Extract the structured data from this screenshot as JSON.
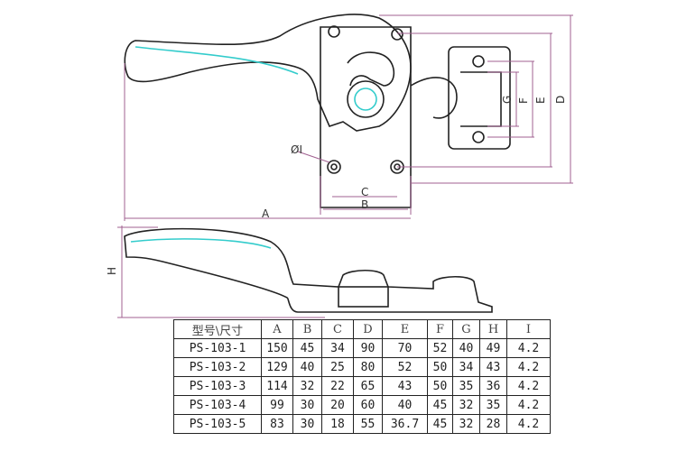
{
  "drawing": {
    "dimension_labels": {
      "A": "A",
      "B": "B",
      "C": "C",
      "D": "D",
      "E": "E",
      "F": "F",
      "G": "G",
      "H": "H",
      "phi_I": "ØI"
    }
  },
  "table": {
    "headers": [
      "型号\\尺寸",
      "A",
      "B",
      "C",
      "D",
      "E",
      "F",
      "G",
      "H",
      "I"
    ],
    "rows": [
      [
        "PS-103-1",
        "150",
        "45",
        "34",
        "90",
        "70",
        "52",
        "40",
        "49",
        "4.2"
      ],
      [
        "PS-103-2",
        "129",
        "40",
        "25",
        "80",
        "52",
        "50",
        "34",
        "43",
        "4.2"
      ],
      [
        "PS-103-3",
        "114",
        "32",
        "22",
        "65",
        "43",
        "50",
        "35",
        "36",
        "4.2"
      ],
      [
        "PS-103-4",
        "99",
        "30",
        "20",
        "60",
        "40",
        "45",
        "32",
        "35",
        "4.2"
      ],
      [
        "PS-103-5",
        "83",
        "30",
        "18",
        "55",
        "36.7",
        "45",
        "32",
        "28",
        "4.2"
      ]
    ]
  }
}
